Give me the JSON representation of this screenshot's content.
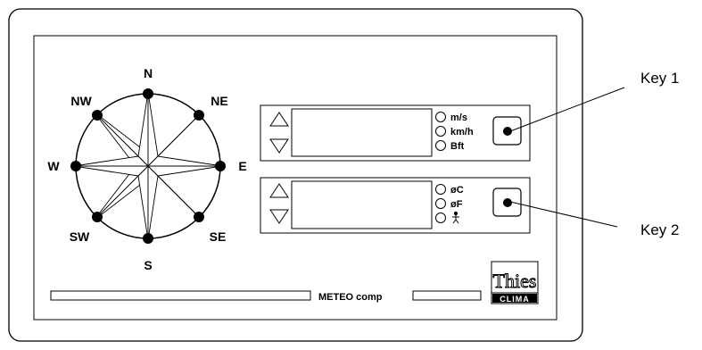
{
  "compass": {
    "north": "N",
    "northeast": "NE",
    "east": "E",
    "southeast": "SE",
    "south": "S",
    "southwest": "SW",
    "west": "W",
    "northwest": "NW"
  },
  "display1": {
    "units": [
      "m/s",
      "km/h",
      "Bft"
    ]
  },
  "display2": {
    "units": [
      "øC",
      "øF"
    ],
    "third_unit_icon": "person-icon"
  },
  "keys": {
    "key1": "Key 1",
    "key2": "Key 2"
  },
  "footer": {
    "label": "METEO comp"
  },
  "logo": {
    "top": "Thies",
    "bottom": "CLIMA"
  }
}
